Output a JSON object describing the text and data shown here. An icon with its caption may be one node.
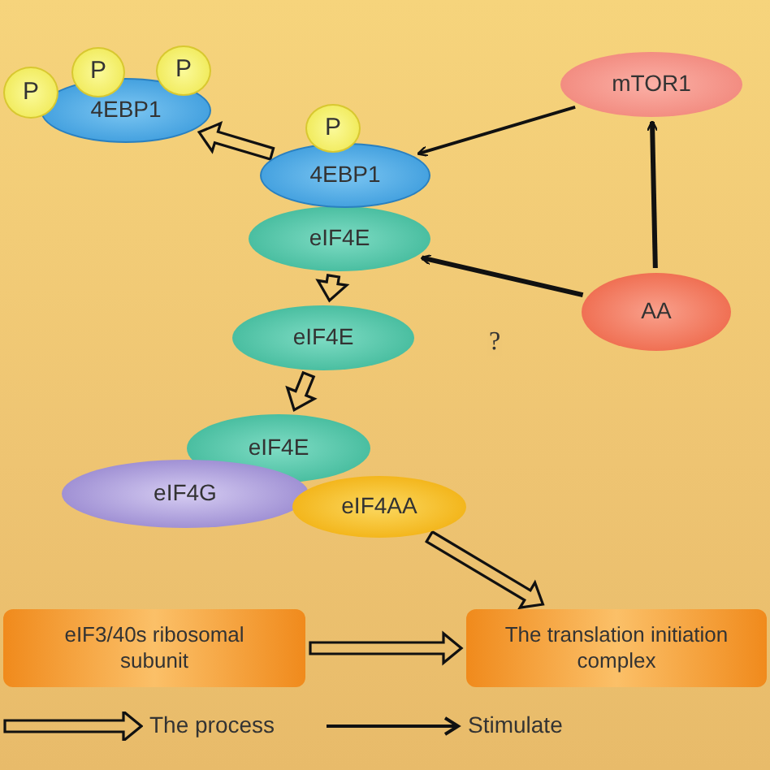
{
  "diagram": {
    "nodes": [
      {
        "text": [
          "P"
        ]
      },
      {
        "text": [
          "P"
        ]
      },
      {
        "text": [
          "P"
        ]
      },
      {
        "text": [
          "4EBP1"
        ]
      },
      {
        "text": [
          "P"
        ]
      },
      {
        "text": [
          "4EBP1"
        ]
      },
      {
        "text": [
          "eIF4E"
        ]
      },
      {
        "text": [
          "mTOR1"
        ]
      },
      {
        "text": [
          "AA"
        ]
      },
      {
        "text": [
          "eIF4E"
        ]
      },
      {
        "text": [
          "eIF4E"
        ]
      },
      {
        "text": [
          "eIF4G"
        ]
      },
      {
        "text": [
          "eIF4AA"
        ]
      },
      {
        "text": [
          "eIF3/40s ribosomal subunit"
        ]
      },
      {
        "text": [
          "The  translation initiation complex"
        ]
      }
    ],
    "edges": [
      {
        "from": 5,
        "to": 3,
        "arrow": "to",
        "style": "thick"
      },
      {
        "from": 7,
        "to": 5,
        "arrow": "to"
      },
      {
        "from": 8,
        "to": 6,
        "arrow": "to",
        "label": "?"
      },
      {
        "from": 8,
        "to": 7,
        "arrow": "to"
      },
      {
        "from": 6,
        "to": 9,
        "arrow": "to",
        "style": "thick"
      },
      {
        "from": 9,
        "to": 10,
        "arrow": "to",
        "style": "thick"
      },
      {
        "from": 12,
        "to": 14,
        "arrow": "to",
        "style": "thick"
      },
      {
        "from": 13,
        "to": 14,
        "arrow": "to",
        "style": "thick"
      }
    ],
    "legend": [
      {
        "text": "The process"
      },
      {
        "text": "Stimulate"
      }
    ]
  }
}
